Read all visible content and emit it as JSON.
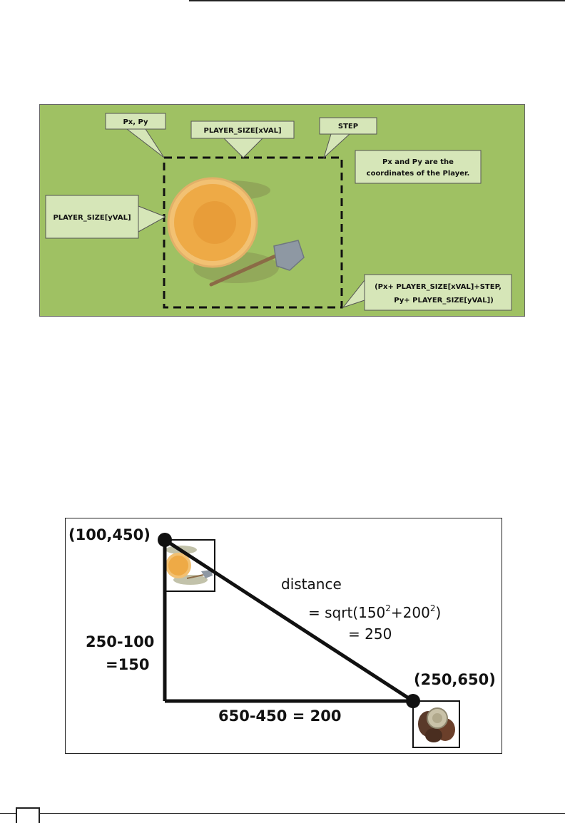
{
  "fig1": {
    "labels": {
      "px_py": "Px, Py",
      "player_size_x": "PLAYER_SIZE[xVAL]",
      "step": "STEP",
      "player_size_y": "PLAYER_SIZE[yVAL]",
      "note_line1": "Px and Py are the",
      "note_line2": "coordinates of the Player.",
      "corner_line1": "(Px+ PLAYER_SIZE[xVAL]+STEP,",
      "corner_line2": "Py+ PLAYER_SIZE[yVAL])"
    },
    "colors": {
      "background": "#9fc163",
      "callout": "#d6e6b8",
      "player": "#f0b04a"
    }
  },
  "fig2": {
    "labels": {
      "point_a": "(100,450)",
      "point_b": "(250,650)",
      "distance": "distance",
      "formula_prefix": "= sqrt(150",
      "formula_exp1": "2",
      "formula_mid": "+200",
      "formula_exp2": "2",
      "formula_suffix": ")",
      "result": "= 250",
      "vertical_line1": "250-100",
      "vertical_line2": "=150",
      "horizontal": "650-450 = 200"
    }
  }
}
